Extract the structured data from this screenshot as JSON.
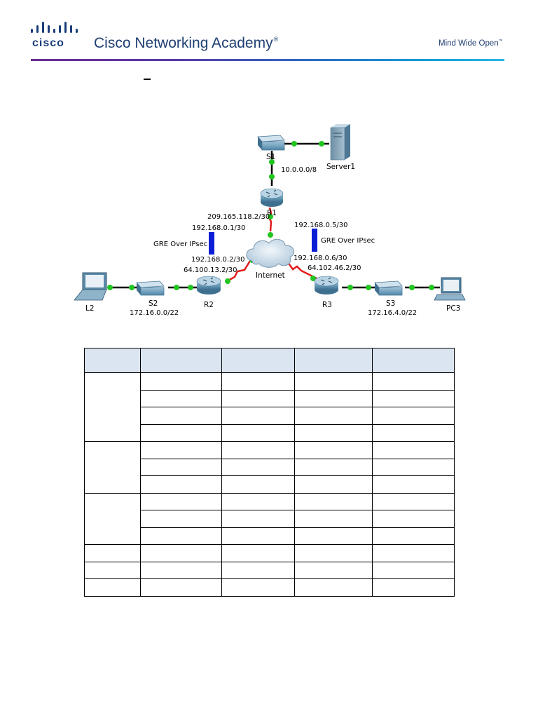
{
  "header": {
    "brand": "cisco",
    "academy": "Cisco Networking Academy",
    "academy_mark": "®",
    "tagline": "Mind Wide Open",
    "tagline_mark": "™"
  },
  "colors": {
    "brand_blue": "#1a3e79",
    "table_header_bg": "#dbe5f1",
    "link_green": "#22c521",
    "wan_red": "#e21b1b",
    "vpn_bar_blue": "#0b1ed6"
  },
  "topology": {
    "devices": {
      "s1": "S1",
      "server1": "Server1",
      "r1": "R1",
      "internet": "Internet",
      "r2": "R2",
      "r3": "R3",
      "s2": "S2",
      "s3": "S3",
      "l2": "L2",
      "pc3": "PC3"
    },
    "networks": {
      "lan_r1": "10.0.0.0/8",
      "r1_wan": "209.165.118.2/30",
      "tunnel_r1_r2": "192.168.0.1/30",
      "tunnel_r1_r3": "192.168.0.5/30",
      "gre_left": "GRE Over IPsec",
      "gre_right": "GRE Over IPsec",
      "tunnel_r2": "192.168.0.2/30",
      "tunnel_r3": "192.168.0.6/30",
      "r2_wan": "64.100.13.2/30",
      "r3_wan": "64.102.46.2/30",
      "lan_r2": "172.16.0.0/22",
      "lan_r3": "172.16.4.0/22"
    }
  },
  "addressing_table": {
    "columns": 5,
    "rows": [
      {
        "group": 1,
        "cells": [
          "",
          "",
          "",
          "",
          ""
        ]
      },
      {
        "group": 1,
        "cells": [
          "",
          "",
          "",
          ""
        ]
      },
      {
        "group": 1,
        "cells": [
          "",
          "",
          "",
          ""
        ]
      },
      {
        "group": 1,
        "cells": [
          "",
          "",
          "",
          ""
        ]
      },
      {
        "group": 2,
        "cells": [
          "",
          "",
          "",
          "",
          ""
        ]
      },
      {
        "group": 2,
        "cells": [
          "",
          "",
          "",
          ""
        ]
      },
      {
        "group": 2,
        "cells": [
          "",
          "",
          "",
          ""
        ]
      },
      {
        "group": 3,
        "cells": [
          "",
          "",
          "",
          "",
          ""
        ]
      },
      {
        "group": 3,
        "cells": [
          "",
          "",
          "",
          ""
        ]
      },
      {
        "group": 3,
        "cells": [
          "",
          "",
          "",
          ""
        ]
      },
      {
        "group": 4,
        "cells": [
          "",
          "",
          "",
          "",
          ""
        ]
      },
      {
        "group": 5,
        "cells": [
          "",
          "",
          "",
          "",
          ""
        ]
      },
      {
        "group": 6,
        "cells": [
          "",
          "",
          "",
          "",
          ""
        ]
      }
    ]
  }
}
